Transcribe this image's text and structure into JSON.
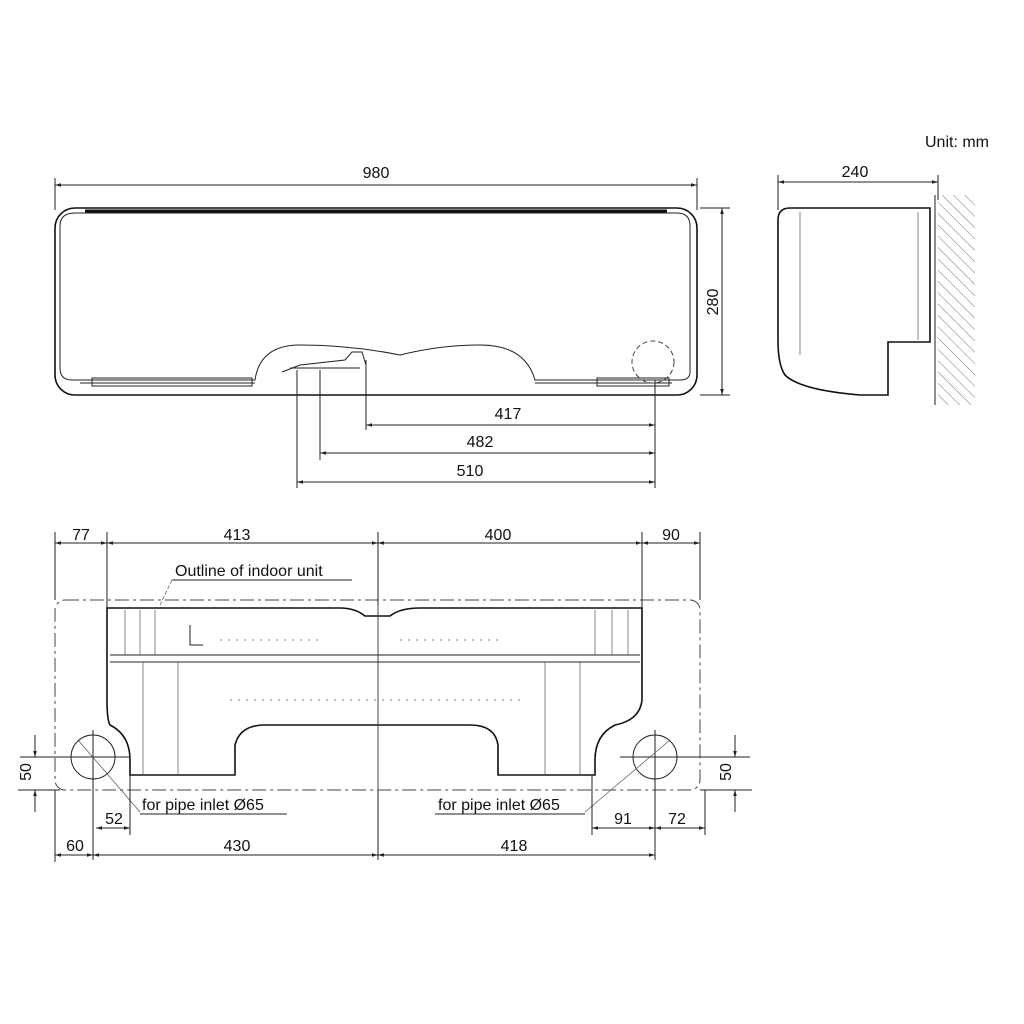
{
  "unit_label": "Unit: mm",
  "front_view": {
    "width": "980",
    "height": "280",
    "pipe_dims": [
      "417",
      "482",
      "510"
    ]
  },
  "side_view": {
    "depth": "240"
  },
  "mounting_plate": {
    "top_dims": [
      "77",
      "413",
      "400",
      "90"
    ],
    "outline_label": "Outline of indoor unit",
    "pipe_inlet_left": "for pipe inlet Ø65",
    "pipe_inlet_right": "for pipe inlet Ø65",
    "left_height": "50",
    "right_height": "50",
    "left_offset": "52",
    "right_offsets": [
      "91",
      "72"
    ],
    "bottom_dims": [
      "60",
      "430",
      "418"
    ]
  }
}
